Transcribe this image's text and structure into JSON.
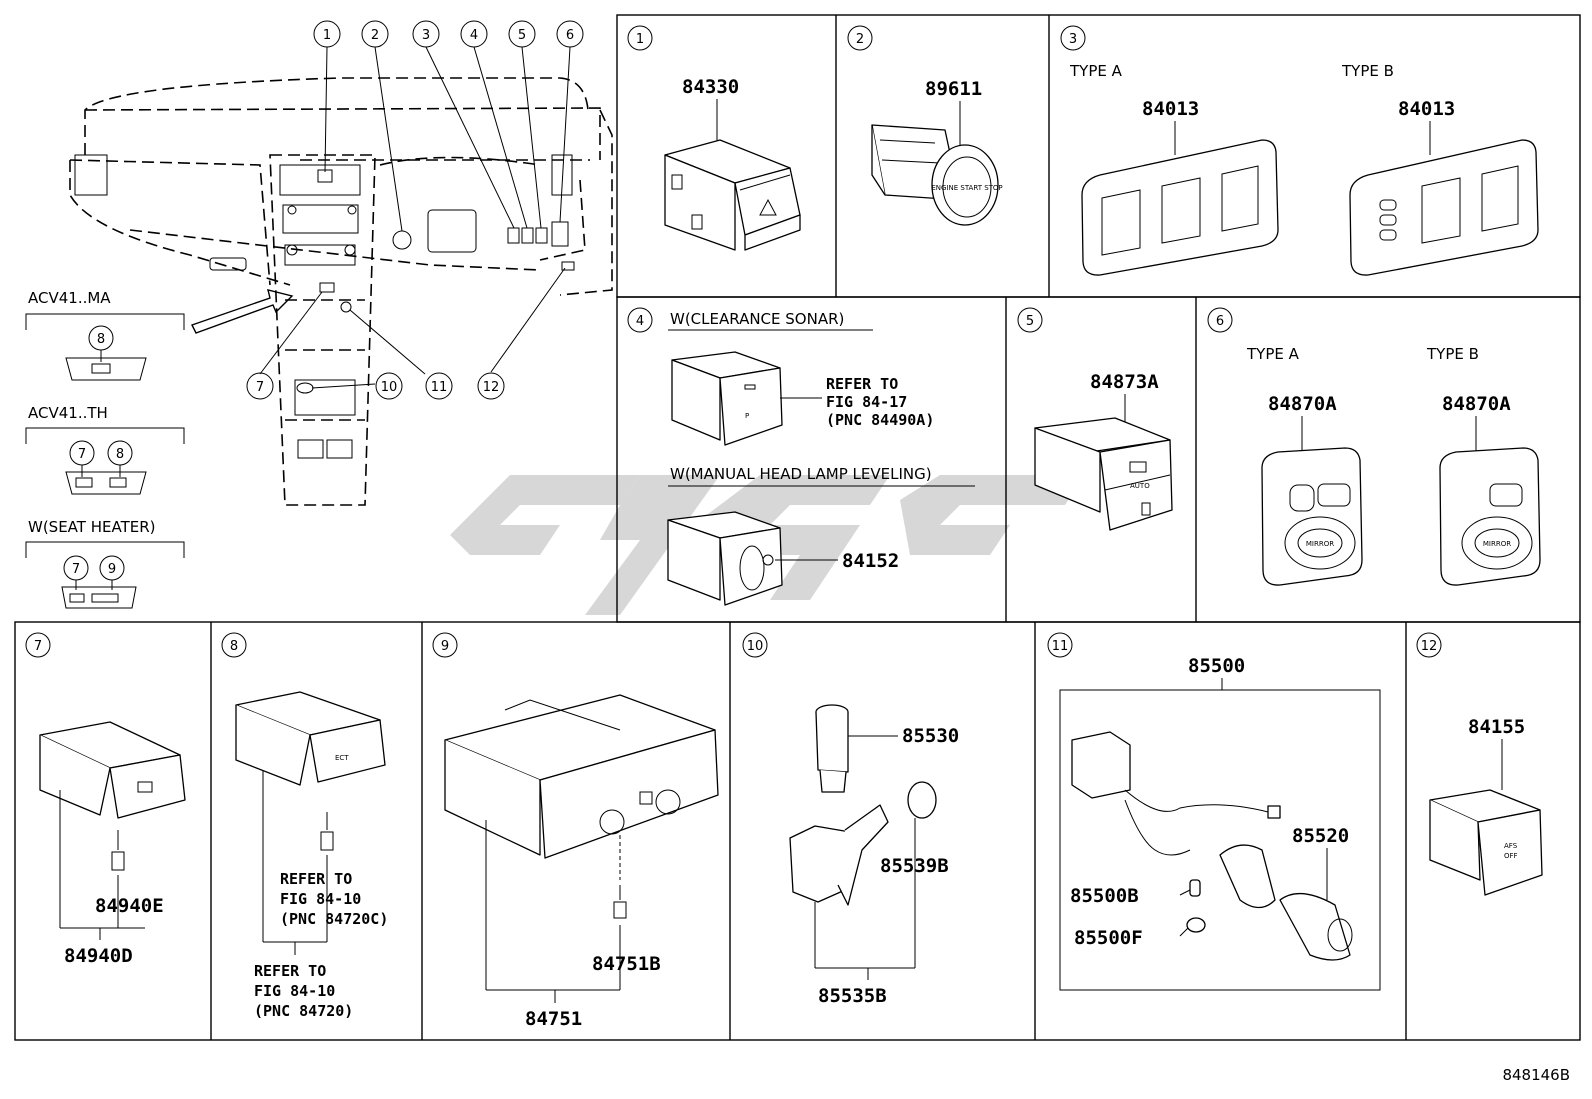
{
  "callouts": {
    "top": [
      "1",
      "2",
      "3",
      "4",
      "5",
      "6"
    ],
    "bottom": [
      "7",
      "10",
      "11",
      "12"
    ],
    "vehicle_7": "7",
    "vehicle_8": "8",
    "vehicle_9": "9"
  },
  "variants": {
    "ma": "ACV41..MA",
    "th": "ACV41..TH",
    "seat": "W(SEAT HEATER)"
  },
  "panels": [
    {
      "num": "1",
      "parts": [
        "84330"
      ]
    },
    {
      "num": "2",
      "parts": [
        "89611"
      ],
      "button_text": "ENGINE START STOP"
    },
    {
      "num": "3",
      "type_a": "TYPE A",
      "type_b": "TYPE B",
      "parts": [
        "84013",
        "84013"
      ]
    },
    {
      "num": "4",
      "sonar_label": "W(CLEARANCE SONAR)",
      "sonar_note": [
        "REFER TO",
        "FIG 84-17",
        "(PNC 84490A)"
      ],
      "leveling_label": "W(MANUAL HEAD LAMP LEVELING)",
      "parts": [
        "84152"
      ]
    },
    {
      "num": "5",
      "parts": [
        "84873A"
      ],
      "button_text": "AUTO"
    },
    {
      "num": "6",
      "type_a": "TYPE A",
      "type_b": "TYPE B",
      "parts": [
        "84870A",
        "84870A"
      ],
      "button_text": "MIRROR"
    },
    {
      "num": "7",
      "parts": [
        "84940E",
        "84940D"
      ]
    },
    {
      "num": "8",
      "parts": [],
      "note_a": [
        "REFER TO",
        "FIG 84-10",
        "(PNC 84720C)"
      ],
      "note_b": [
        "REFER TO",
        "FIG 84-10",
        "(PNC 84720)"
      ],
      "button_text": "ECT"
    },
    {
      "num": "9",
      "parts": [
        "84751B",
        "84751"
      ]
    },
    {
      "num": "10",
      "parts": [
        "85530",
        "85539B",
        "85535B"
      ]
    },
    {
      "num": "11",
      "parts": [
        "85500",
        "85520",
        "85500B",
        "85500F"
      ]
    },
    {
      "num": "12",
      "parts": [
        "84155"
      ],
      "button_text": [
        "AFS",
        "OFF"
      ]
    }
  ],
  "diagram_id": "848146B",
  "colors": {
    "line": "#000000",
    "watermark": "#c9c9c9",
    "background": "#ffffff"
  }
}
